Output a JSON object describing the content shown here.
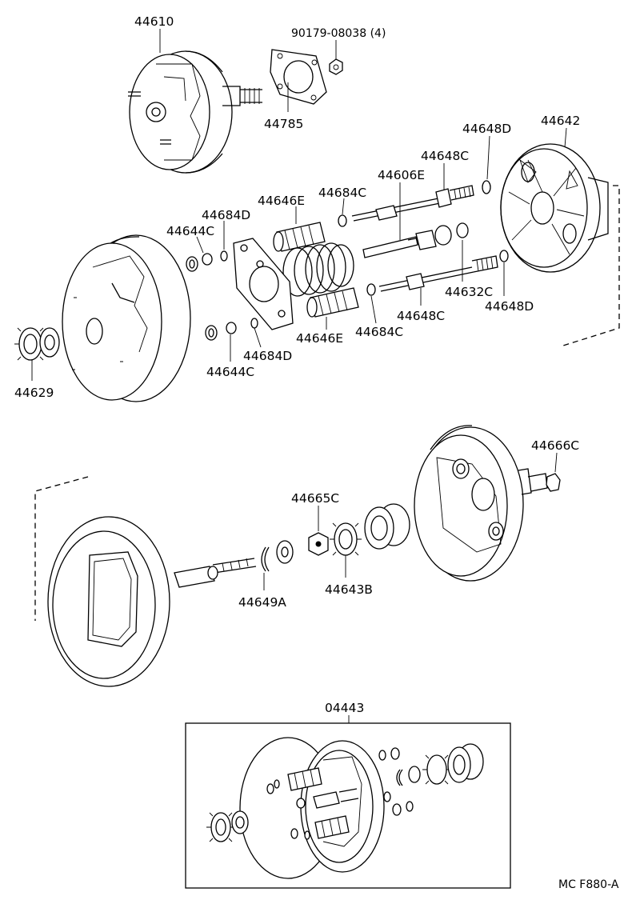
{
  "parts": {
    "p44610": "44610",
    "p90179": "90179-08038 (4)",
    "p44785": "44785",
    "p44648D_top": "44648D",
    "p44642": "44642",
    "p44648C_top": "44648C",
    "p44606E": "44606E",
    "p44684C_top": "44684C",
    "p44646E_top": "44646E",
    "p44684D_top": "44684D",
    "p44644C_top": "44644C",
    "p44632C": "44632C",
    "p44648D_bot": "44648D",
    "p44648C_bot": "44648C",
    "p44684C_bot": "44684C",
    "p44646E_bot": "44646E",
    "p44684D_bot": "44684D",
    "p44644C_bot": "44644C",
    "p44629": "44629",
    "p44666C": "44666C",
    "p44665C": "44665C",
    "p44649A": "44649A",
    "p44643B": "44643B",
    "p04443": "04443"
  },
  "footer": {
    "code": "MC F880-A"
  }
}
